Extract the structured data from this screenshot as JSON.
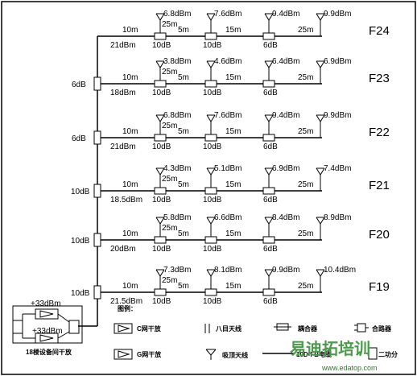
{
  "floors": [
    {
      "name": "F24",
      "coupler": "",
      "feed": "21dBm",
      "antennas": [
        "6.8dBm",
        "7.6dBm",
        "9.4dBm",
        "9.9dBm"
      ],
      "couplers": [
        "10dB",
        "10dB",
        "6dB"
      ]
    },
    {
      "name": "F23",
      "coupler": "6dB",
      "feed": "18dBm",
      "antennas": [
        "3.8dBm",
        "4.6dBm",
        "6.4dBm",
        "6.9dBm"
      ],
      "couplers": [
        "10dB",
        "10dB",
        "6dB"
      ]
    },
    {
      "name": "F22",
      "coupler": "6dB",
      "feed": "21dBm",
      "antennas": [
        "6.8dBm",
        "7.6dBm",
        "9.4dBm",
        "9.9dBm"
      ],
      "couplers": [
        "10dB",
        "10dB",
        "6dB"
      ]
    },
    {
      "name": "F21",
      "coupler": "10dB",
      "feed": "18.5dBm",
      "antennas": [
        "4.3dBm",
        "5.1dBm",
        "6.9dBm",
        "7.4dBm"
      ],
      "couplers": [
        "10dB",
        "10dB",
        "6dB"
      ]
    },
    {
      "name": "F20",
      "coupler": "10dB",
      "feed": "20dBm",
      "antennas": [
        "5.8dBm",
        "6.6dBm",
        "8.4dBm",
        "8.9dBm"
      ],
      "couplers": [
        "10dB",
        "10dB",
        "6dB"
      ]
    },
    {
      "name": "F19",
      "coupler": "10dB",
      "feed": "21.5dBm",
      "antennas": [
        "7.3dBm",
        "8.1dBm",
        "9.9dBm",
        "10.4dBm"
      ],
      "couplers": [
        "10dB",
        "10dB",
        "6dB"
      ]
    }
  ],
  "segments": {
    "first": "10m",
    "second": "25m",
    "second_b": "5m",
    "third": "15m",
    "fourth": "25m"
  },
  "headend": {
    "top_power": "+33dBm",
    "bottom_power": "+33dBm",
    "caption": "18楼设备间干放"
  },
  "legend": {
    "title": "图例：",
    "c_amp": "C网干放",
    "g_amp": "G网干放",
    "yagi": "八目天线",
    "ceiling": "吸顶天线",
    "coupler": "耦合器",
    "combiner": "合路器",
    "cable": "10D-FB电缆",
    "splitter": "二功分"
  },
  "watermark": {
    "text": "易迪拓培训",
    "url": "www.edatop.com"
  }
}
